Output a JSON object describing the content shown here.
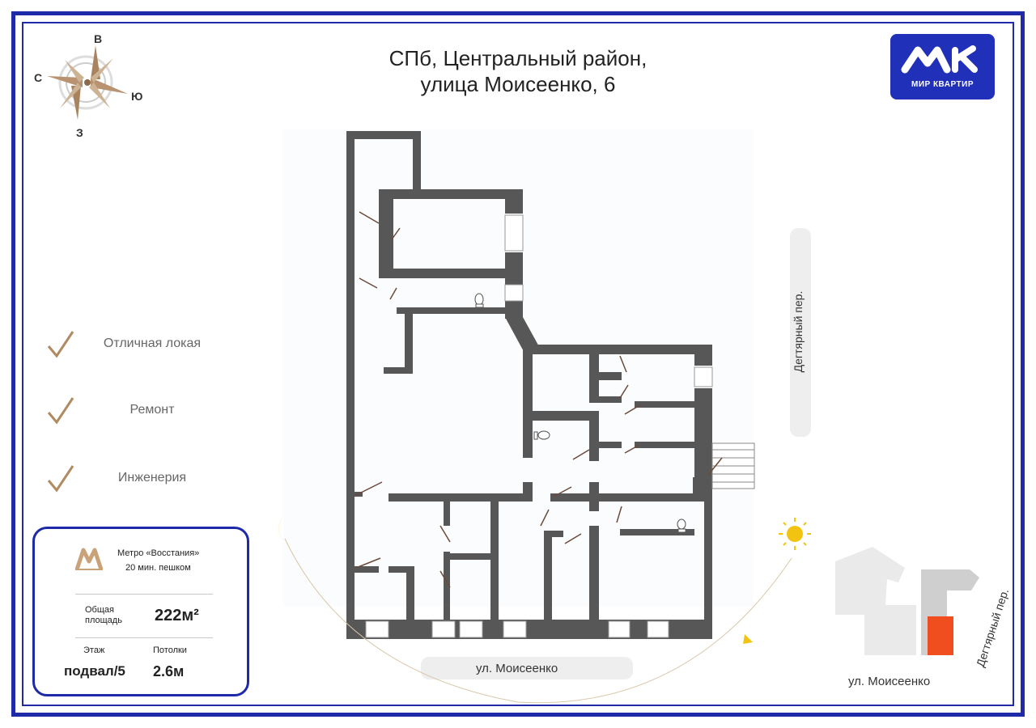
{
  "header": {
    "title_line1": "СПб, Центральный район,",
    "title_line2": "улица Моисеенко, 6"
  },
  "logo": {
    "text": "МИР КВАРТИР",
    "brand_color": "#2130b8"
  },
  "compass": {
    "north": "В",
    "west": "С",
    "east": "Ю",
    "south": "З"
  },
  "features": [
    {
      "label": "Отличная локая"
    },
    {
      "label": "Ремонт"
    },
    {
      "label": "Инженерия"
    }
  ],
  "info": {
    "metro_name": "Метро «Восстания»",
    "metro_walk": "20 мин. пешком",
    "area_label": "Общая площадь",
    "area_value": "222м²",
    "floor_label": "Этаж",
    "floor_value": "подвал/5",
    "ceiling_label": "Потолки",
    "ceiling_value": "2.6м"
  },
  "streets": {
    "bottom_main": "ул. Моисеенко",
    "right_main": "Дегтярный пер.",
    "mini_bottom": "ул. Моисеенко",
    "mini_right": "Дегтярный пер."
  },
  "colors": {
    "frame": "#1f2aa8",
    "walls": "#575757",
    "accent_gold": "#b08a60",
    "highlight": "#f04e1f"
  }
}
